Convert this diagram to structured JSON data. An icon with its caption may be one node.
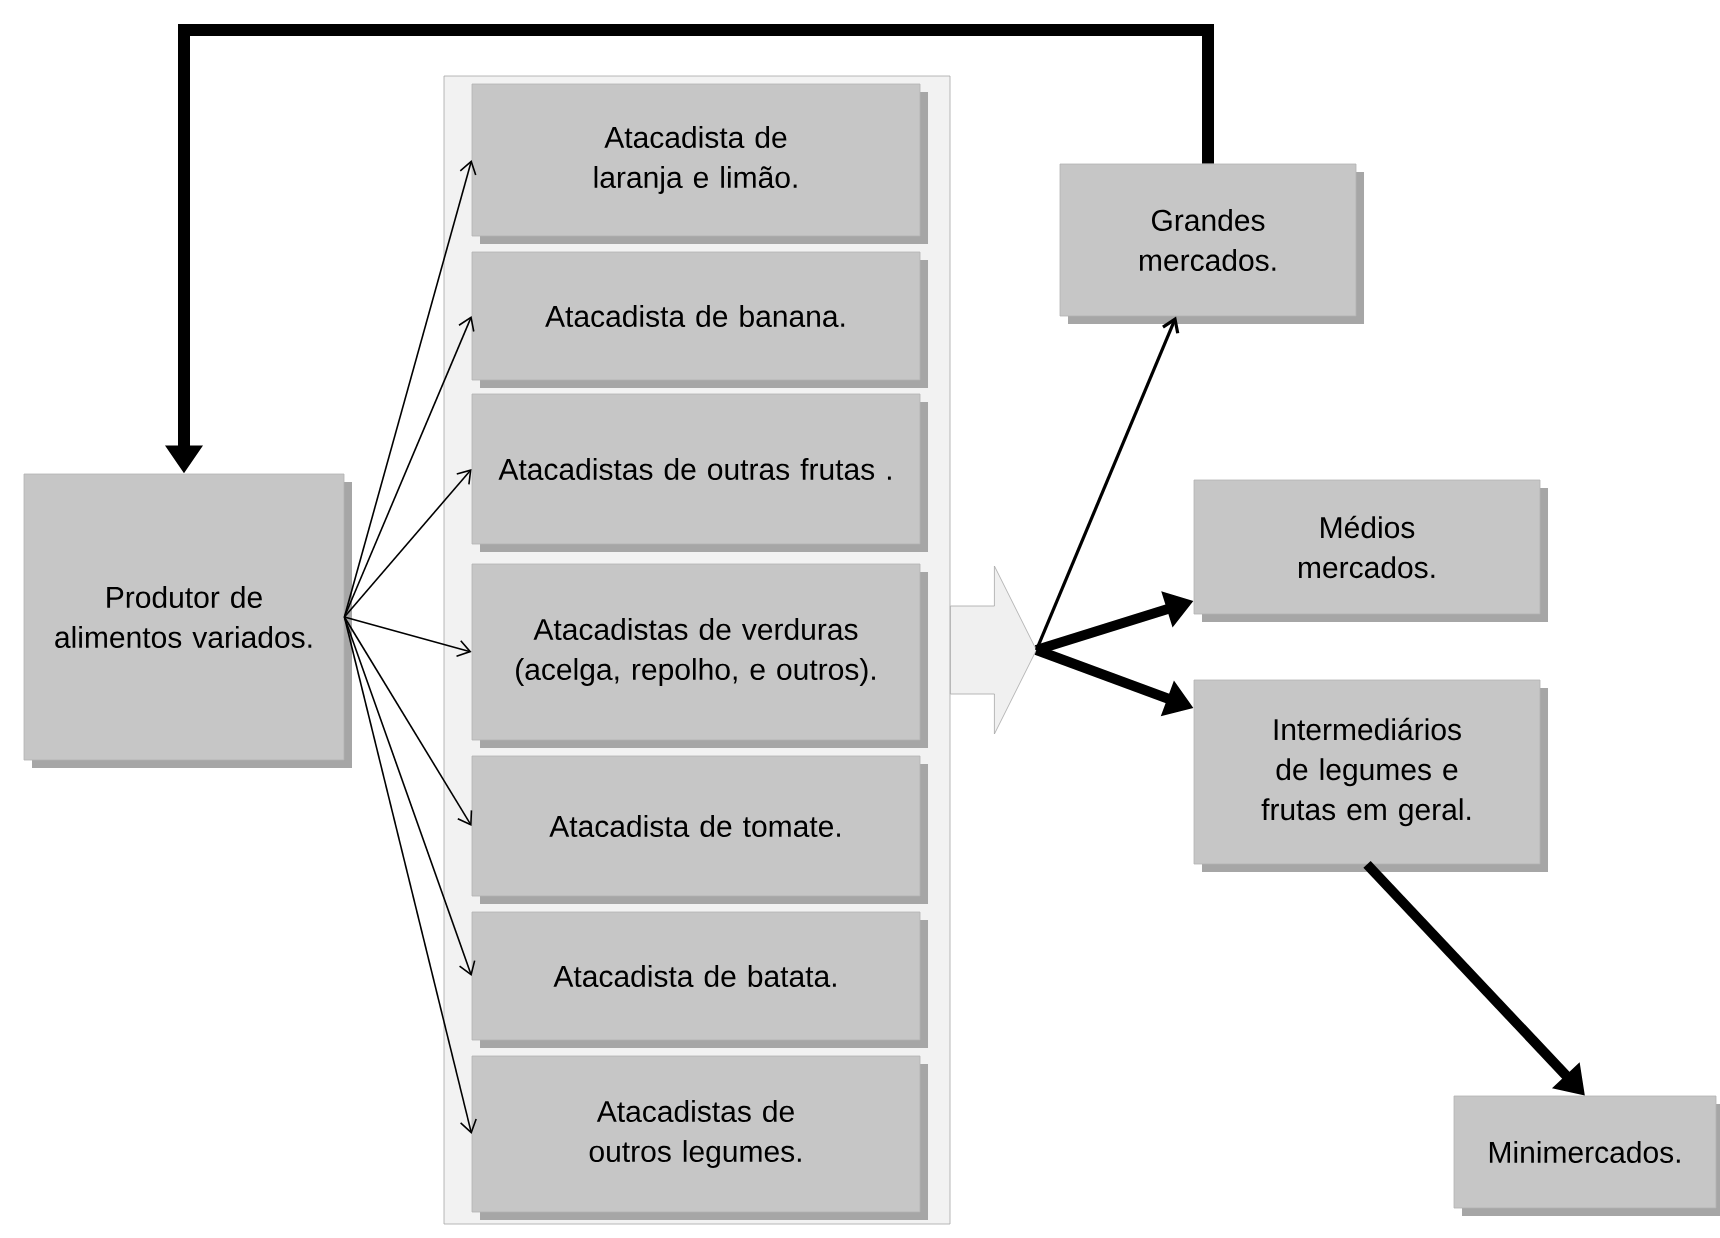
{
  "diagram": {
    "nodes": [
      {
        "text": [
          "Produtor de alimentos variados."
        ]
      },
      {
        "text": [],
        "shape": "box"
      },
      {
        "text": [
          "Atacadista de laranja e limão."
        ],
        "in": 1
      },
      {
        "text": [
          "Atacadista de banana."
        ],
        "in": 1
      },
      {
        "text": [
          "Atacadistas de outras frutas ."
        ],
        "in": 1
      },
      {
        "text": [
          "Atacadistas de verduras (acelga, repolho, e outros)."
        ],
        "in": 1
      },
      {
        "text": [
          "Atacadista de tomate."
        ],
        "in": 1
      },
      {
        "text": [
          "Atacadista de batata."
        ],
        "in": 1
      },
      {
        "text": [
          "Atacadistas de outros legumes."
        ],
        "in": 1
      },
      {
        "text": [
          "Grandes mercados."
        ]
      },
      {
        "text": [
          "Médios mercados."
        ]
      },
      {
        "text": [
          "Intermediários de legumes e frutas em geral."
        ]
      },
      {
        "text": [
          "Minimercados."
        ]
      }
    ],
    "edges": [
      {
        "from": 0,
        "to": 2,
        "arrow": "to"
      },
      {
        "from": 0,
        "to": 3,
        "arrow": "to"
      },
      {
        "from": 0,
        "to": 4,
        "arrow": "to"
      },
      {
        "from": 0,
        "to": 5,
        "arrow": "to"
      },
      {
        "from": 0,
        "to": 6,
        "arrow": "to"
      },
      {
        "from": 0,
        "to": 7,
        "arrow": "to"
      },
      {
        "from": 0,
        "to": 8,
        "arrow": "to"
      },
      {
        "from": 1,
        "to": 9,
        "arrow": "to"
      },
      {
        "from": 1,
        "to": 10,
        "arrow": "to",
        "style": "thick"
      },
      {
        "from": 1,
        "to": 11,
        "arrow": "to",
        "style": "thick"
      },
      {
        "from": 11,
        "to": 12,
        "arrow": "to",
        "style": "thick"
      },
      {
        "from": 9,
        "to": 0,
        "arrow": "to",
        "style": "thick"
      }
    ]
  }
}
